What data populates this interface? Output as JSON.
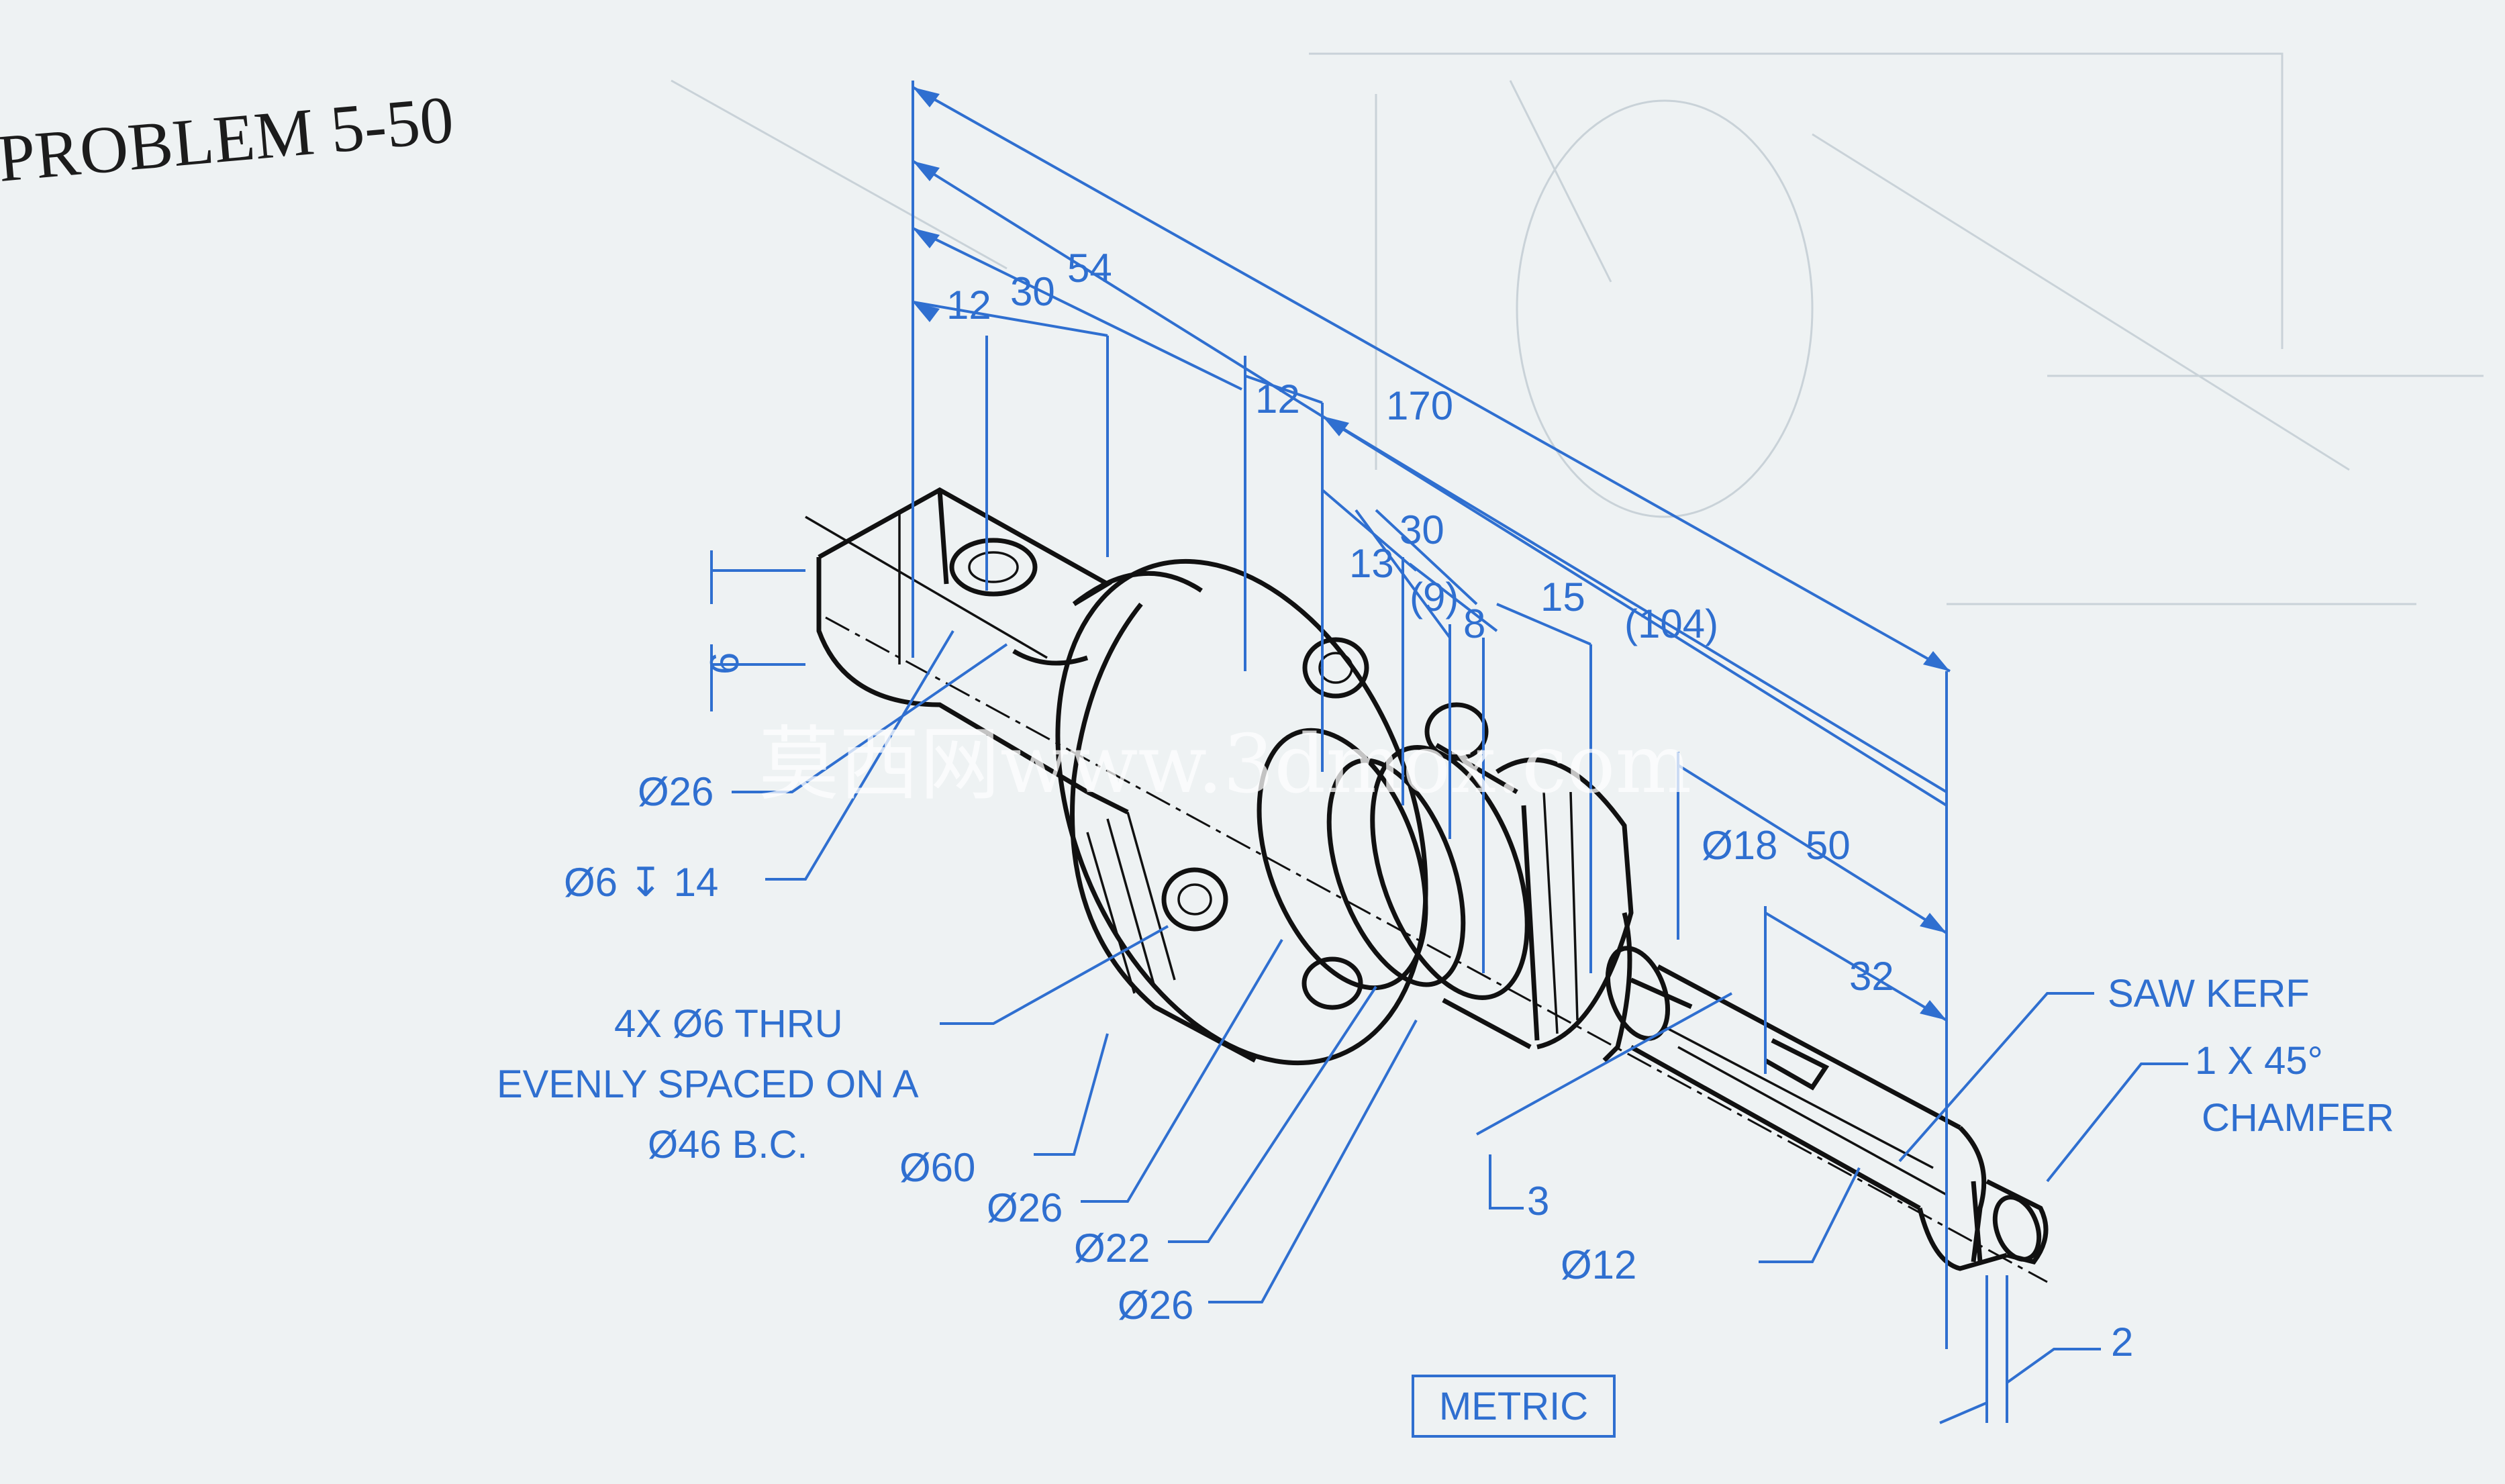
{
  "title": "PROBLEM 5-50",
  "watermark": "莫西网www.3dmox.com",
  "badge": "METRIC",
  "dimensions_top": [
    "12",
    "30",
    "54",
    "12",
    "170",
    "30",
    "13",
    "(9)",
    "8",
    "15",
    "(104)"
  ],
  "dimensions_right": [
    "Ø18",
    "50",
    "32"
  ],
  "left_callouts": {
    "height": "6",
    "dia_end": "Ø26",
    "hole": "Ø6 ↧ 14"
  },
  "note_holes": [
    "4X Ø6 THRU",
    "EVENLY SPACED ON A",
    "Ø46 B.C."
  ],
  "bottom_callouts": [
    "Ø60",
    "Ø26",
    "Ø22",
    "Ø26",
    "3",
    "Ø12",
    "2"
  ],
  "saw_kerf": "SAW KERF",
  "chamfer": [
    "1 X 45°",
    "CHAMFER"
  ]
}
